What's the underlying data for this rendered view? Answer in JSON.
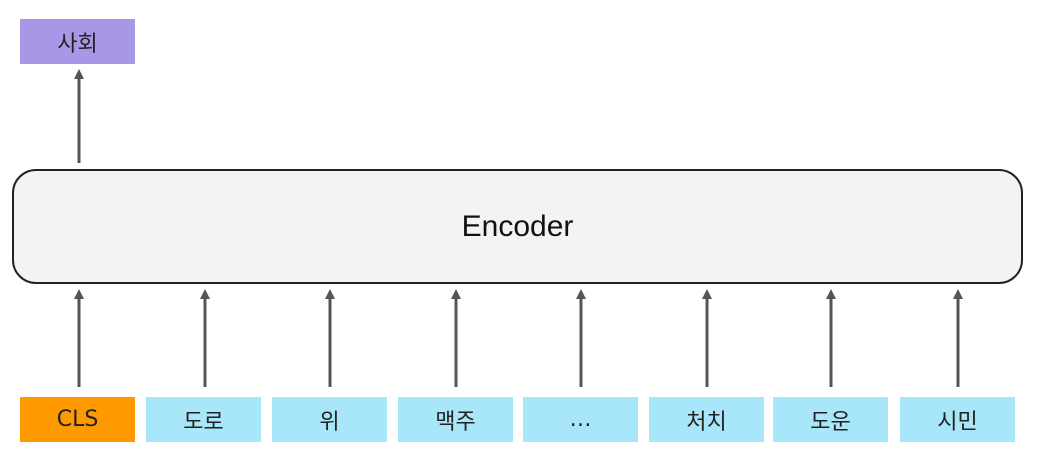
{
  "output": {
    "label": "사회",
    "color": "#a897e6"
  },
  "encoder": {
    "label": "Encoder",
    "fill": "#f3f3f3"
  },
  "tokens": [
    {
      "label": "CLS",
      "color": "#ff9900"
    },
    {
      "label": "도로",
      "color": "#a8e6f9"
    },
    {
      "label": "위",
      "color": "#a8e6f9"
    },
    {
      "label": "맥주",
      "color": "#a8e6f9"
    },
    {
      "label": "…",
      "color": "#a8e6f9"
    },
    {
      "label": "처치",
      "color": "#a8e6f9"
    },
    {
      "label": "도운",
      "color": "#a8e6f9"
    },
    {
      "label": "시민",
      "color": "#a8e6f9"
    }
  ],
  "arrow_color": "#555555"
}
